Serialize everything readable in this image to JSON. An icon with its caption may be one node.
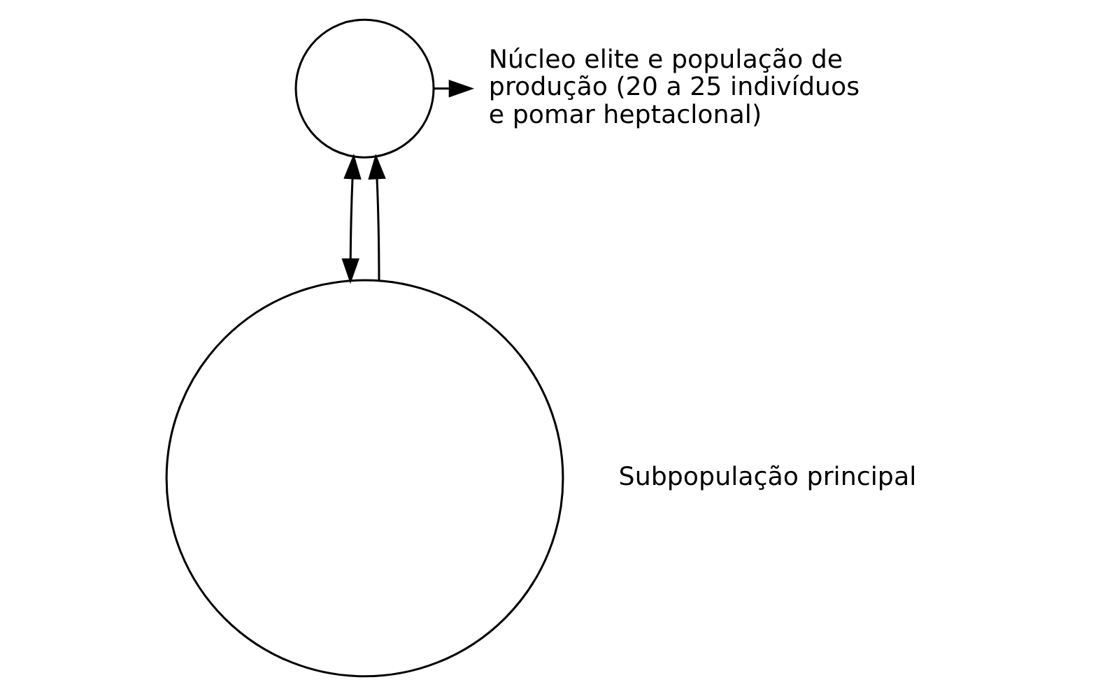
{
  "diagram": {
    "nodes": [
      {
        "text": [],
        "shape": "circle"
      },
      {
        "text": [
          "Núcleo elite e população de produção (20 a 25 indivíduos e pomar heptaclonal)"
        ]
      },
      {
        "text": [],
        "shape": "circle",
        "beside": [
          "Subpopulação principal"
        ]
      }
    ],
    "edges": [
      {
        "from": 0,
        "to": 1,
        "arrow": "to"
      },
      {
        "from": 2,
        "to": 0,
        "arrow": "both"
      },
      {
        "from": 2,
        "to": 0,
        "arrow": "to"
      }
    ]
  }
}
